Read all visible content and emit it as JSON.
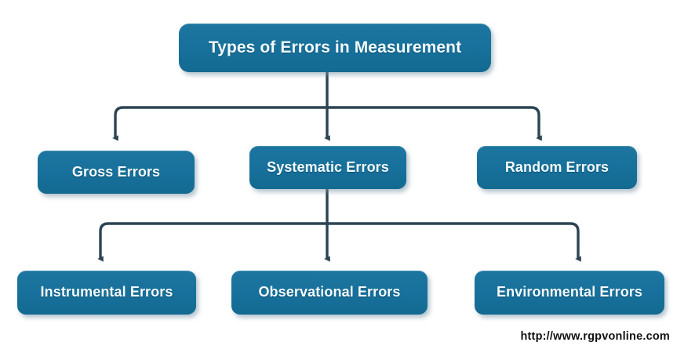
{
  "diagram": {
    "title": "Types of Errors in Measurement",
    "type": "hierarchy-tree",
    "orientation": "top-down",
    "colors": {
      "node_fill": "#17709b",
      "node_fill_top": "#1d769f",
      "node_fill_bottom": "#136a91",
      "node_text": "#f2fbff",
      "connector": "#2c4452",
      "background": "#ffffff",
      "watermark_text": "#111111"
    },
    "levels": [
      {
        "level": 1,
        "nodes": [
          {
            "id": "root",
            "label": "Types of Errors in Measurement"
          }
        ]
      },
      {
        "level": 2,
        "parent": "root",
        "nodes": [
          {
            "id": "gross",
            "label": "Gross Errors"
          },
          {
            "id": "systematic",
            "label": "Systematic Errors"
          },
          {
            "id": "random",
            "label": "Random Errors"
          }
        ]
      },
      {
        "level": 3,
        "parent": "systematic",
        "nodes": [
          {
            "id": "instrumental",
            "label": "Instrumental Errors"
          },
          {
            "id": "observational",
            "label": "Observational Errors"
          },
          {
            "id": "environmental",
            "label": "Environmental Errors"
          }
        ]
      }
    ],
    "edges": [
      {
        "from": "root",
        "to": "gross"
      },
      {
        "from": "root",
        "to": "systematic"
      },
      {
        "from": "root",
        "to": "random"
      },
      {
        "from": "systematic",
        "to": "instrumental"
      },
      {
        "from": "systematic",
        "to": "observational"
      },
      {
        "from": "systematic",
        "to": "environmental"
      }
    ]
  },
  "watermark": {
    "url": "http://www.rgpvonline.com"
  }
}
